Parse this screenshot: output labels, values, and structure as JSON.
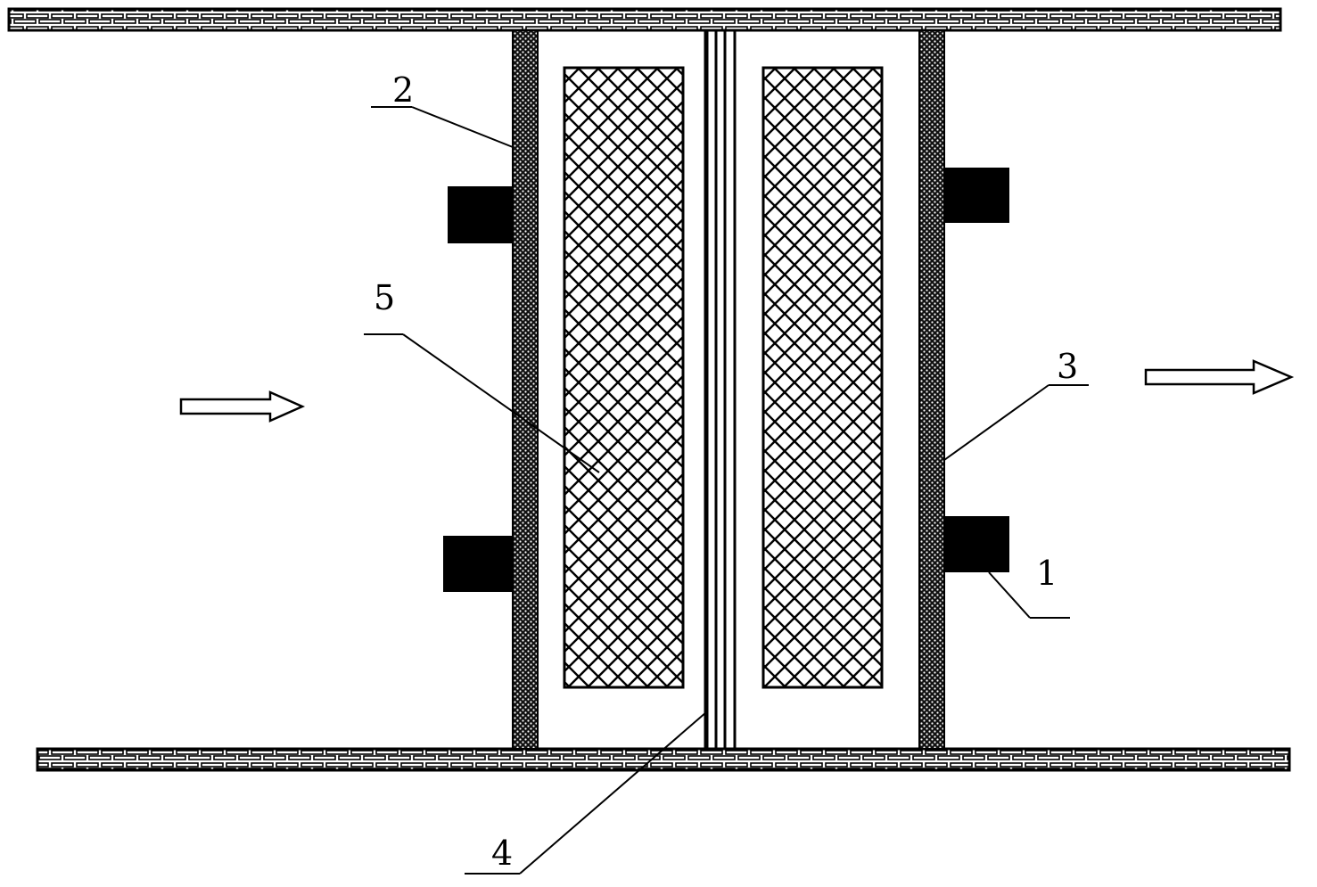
{
  "callouts": {
    "c1": "1",
    "c2": "2",
    "c3": "3",
    "c4": "4",
    "c5": "5"
  },
  "colors": {
    "line": "#000000",
    "background": "#ffffff"
  },
  "icons": {
    "inlet": "arrow-right-outline",
    "outlet": "arrow-right-outline"
  }
}
